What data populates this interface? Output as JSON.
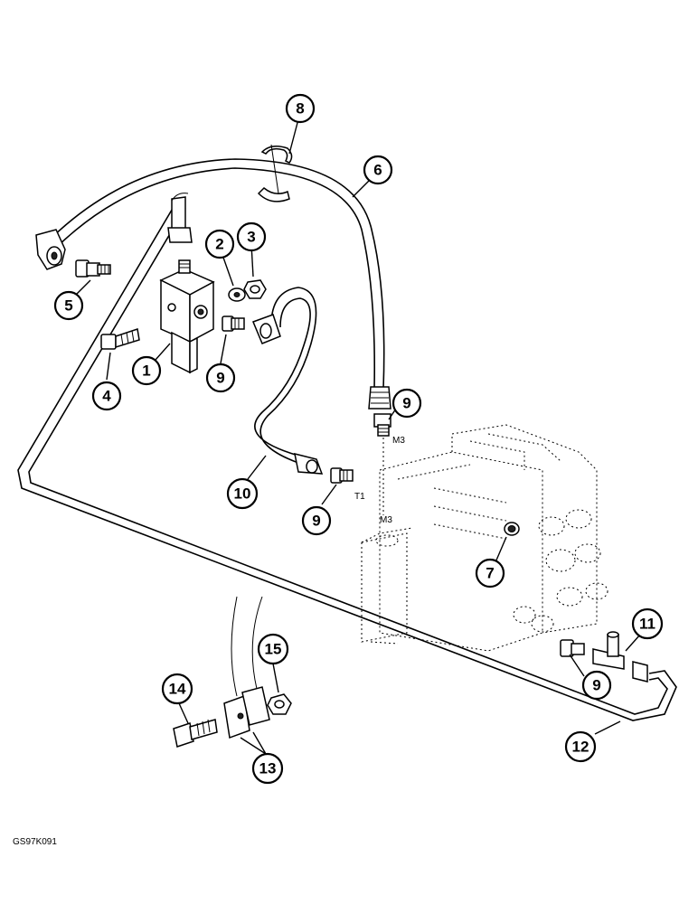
{
  "callouts": [
    {
      "id": "1",
      "label": "1"
    },
    {
      "id": "2",
      "label": "2"
    },
    {
      "id": "3",
      "label": "3"
    },
    {
      "id": "4",
      "label": "4"
    },
    {
      "id": "5",
      "label": "5"
    },
    {
      "id": "6",
      "label": "6"
    },
    {
      "id": "7",
      "label": "7"
    },
    {
      "id": "8",
      "label": "8"
    },
    {
      "id": "9a",
      "label": "9"
    },
    {
      "id": "9b",
      "label": "9"
    },
    {
      "id": "9c",
      "label": "9"
    },
    {
      "id": "9d",
      "label": "9"
    },
    {
      "id": "10",
      "label": "10"
    },
    {
      "id": "11",
      "label": "11"
    },
    {
      "id": "12",
      "label": "12"
    },
    {
      "id": "13",
      "label": "13"
    },
    {
      "id": "14",
      "label": "14"
    },
    {
      "id": "15",
      "label": "15"
    }
  ],
  "port_labels": {
    "m3_upper": "M3",
    "m3_lower": "M3",
    "t1": "T1"
  },
  "reference_code": "GS97K091"
}
